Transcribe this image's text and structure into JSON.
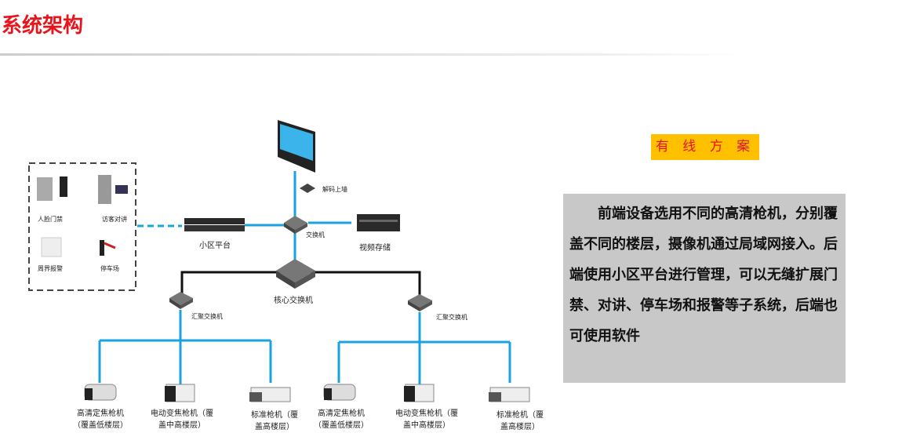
{
  "title": "系统架构",
  "tag": "有 线 方 案",
  "description": "前端设备选用不同的高清枪机，分别覆盖不同的楼层，摄像机通过局域网接入。后端使用小区平台进行管理，可以无缝扩展门禁、对讲、停车场和报警等子系统，后端也可使用软件",
  "diagram": {
    "subsystems": [
      "人脸门禁",
      "访客对讲",
      "周界报警",
      "停车场"
    ],
    "platform": "小区平台",
    "decoder": "解码上墙",
    "switch": "交换机",
    "storage": "视频存储",
    "core_switch": "核心交换机",
    "agg_switch_left": "汇聚交换机",
    "agg_switch_right": "汇聚交换机",
    "cameras": [
      {
        "l1": "高清定焦枪机",
        "l2": "（覆盖低楼层）"
      },
      {
        "l1": "电动变焦枪机（覆",
        "l2": "盖中高楼层）"
      },
      {
        "l1": "标准枪机（覆",
        "l2": "盖高楼层）"
      },
      {
        "l1": "高清定焦枪机",
        "l2": "（覆盖低楼层）"
      },
      {
        "l1": "电动变焦枪机（覆",
        "l2": "盖中高楼层）"
      },
      {
        "l1": "标准枪机（覆",
        "l2": "盖高楼层）"
      }
    ]
  },
  "colors": {
    "accent": "#e8141b",
    "tag_bg": "#ffc000",
    "line": "#1aa3e0"
  }
}
